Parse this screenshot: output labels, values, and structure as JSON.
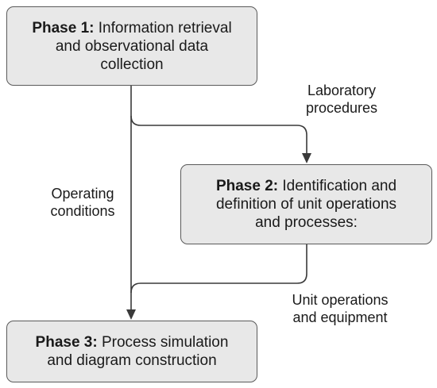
{
  "phases": {
    "phase1": {
      "heading": "Phase 1:",
      "line1": "Information retrieval",
      "line2": "and observational data",
      "line3": "collection"
    },
    "phase2": {
      "heading": "Phase 2:",
      "line1": "Identification and",
      "line2": "definition of unit operations",
      "line3": "and processes:"
    },
    "phase3": {
      "heading": "Phase 3:",
      "line1": "Process simulation",
      "line2": "and diagram construction"
    }
  },
  "labels": {
    "laboratory": {
      "line1": "Laboratory",
      "line2": "procedures"
    },
    "operating": {
      "line1": "Operating",
      "line2": "conditions"
    },
    "unit_ops": {
      "line1": "Unit operations",
      "line2": "and equipment"
    }
  },
  "colors": {
    "box_fill": "#e8e8e8",
    "box_border": "#5a5a5a",
    "connector": "#3a3a3a"
  }
}
